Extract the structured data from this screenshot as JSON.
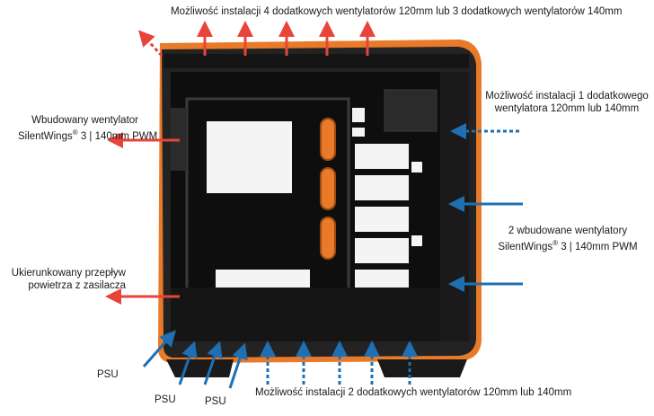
{
  "labels": {
    "top": "Możliwość instalacji 4 dodatkowych wentylatorów 120mm lub 3 dodatkowych wentylatorów 140mm",
    "left_fan_1": "Wbudowany wentylator",
    "left_fan_2": "SilentWings",
    "left_fan_reg": "®",
    "left_fan_3": " 3 | 140mm PWM",
    "psu_flow_1": "Ukierunkowany przepływ",
    "psu_flow_2": "powietrza z zasilacza",
    "right_top_1": "Możliwość instalacji 1 dodatkowego",
    "right_top_2": "wentylatora 120mm lub 140mm",
    "right_fans_1": "2 wbudowane wentylatory",
    "right_fans_2": "SilentWings",
    "right_fans_reg": "®",
    "right_fans_3": " 3 | 140mm PWM",
    "psu_1": "PSU",
    "psu_2": "PSU",
    "psu_3": "PSU",
    "bottom": "Możliwość instalacji 2 dodatkowych wentylatorów 120mm lub 140mm"
  },
  "colors": {
    "red_arrow": "#e8443a",
    "blue_arrow": "#1f6fb2",
    "case_frame": "#e87a2a",
    "case_body": "#1e1e1e",
    "interior": "#111111"
  }
}
